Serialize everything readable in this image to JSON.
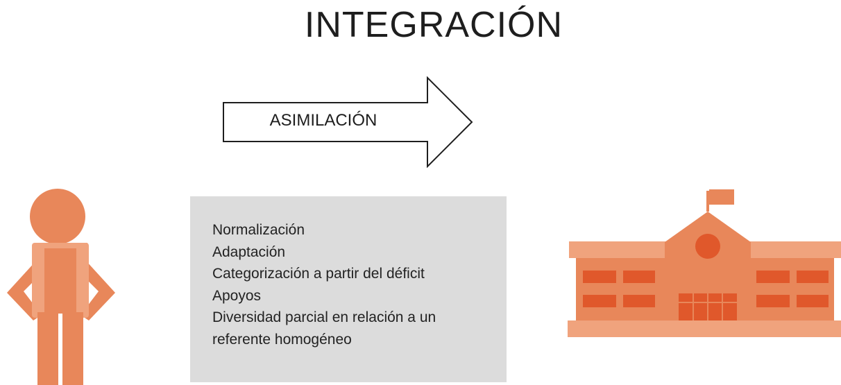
{
  "title": "INTEGRACIÓN",
  "arrow": {
    "label": "ASIMILACIÓN",
    "fill": "#ffffff",
    "stroke": "#1e1e1e"
  },
  "concepts": {
    "background": "#dcdcdc",
    "items": [
      "Normalización",
      "Adaptación",
      "Categorización a partir del déficit",
      "Apoyos",
      "Diversidad parcial en relación a un",
      "referente homogéneo"
    ]
  },
  "illustrations": {
    "student": "student-with-backpack-icon",
    "school": "school-building-icon"
  },
  "colors": {
    "accent": "#e8875a",
    "accent_light": "#f0a37d",
    "accent_dark": "#e0582b"
  }
}
